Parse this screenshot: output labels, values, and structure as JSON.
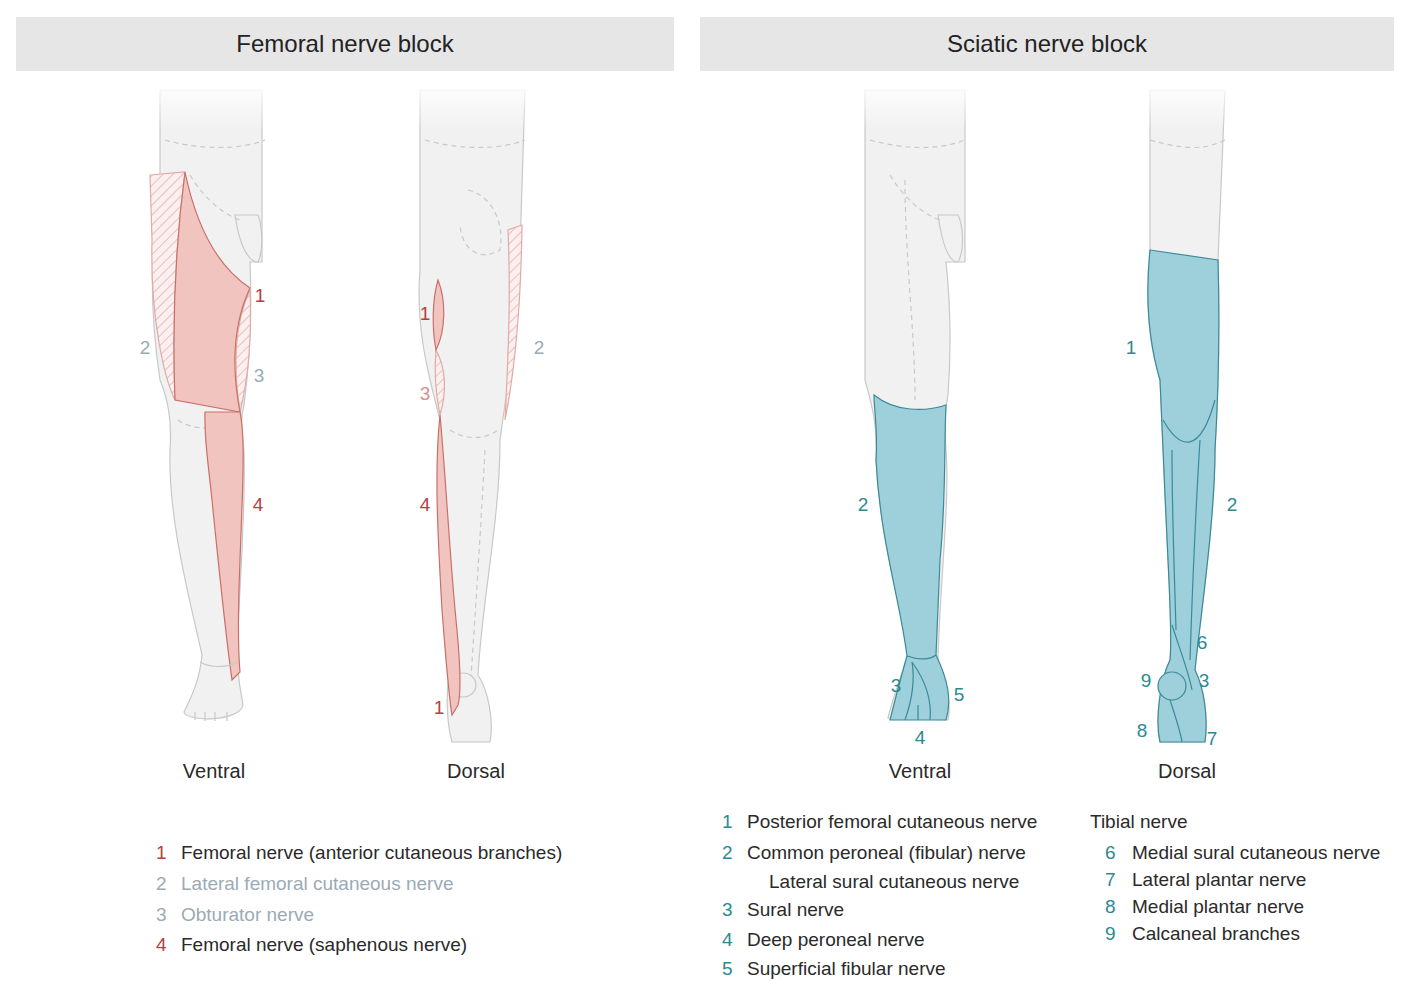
{
  "diagram": {
    "nodes": [
      {
        "text": [
          "Femoral nerve block"
        ]
      },
      {
        "text": [
          "Sciatic nerve block"
        ]
      }
    ],
    "labels": [
      "1",
      "2",
      "3",
      "4",
      "1",
      "2",
      "3",
      "4",
      "1",
      "Ventral",
      "Dorsal",
      "2",
      "3",
      "5",
      "4",
      "1",
      "2",
      "6",
      "9",
      "3",
      "8",
      "7",
      "Ventral",
      "Dorsal",
      "1",
      "Femoral nerve (anterior cutaneous branches)",
      "2",
      "Lateral femoral cutaneous nerve",
      "3",
      "Obturator nerve",
      "4",
      "Femoral nerve (saphenous nerve)",
      "1",
      "Posterior femoral cutaneous nerve",
      "Tibial nerve",
      "2",
      "Common peroneal (fibular) nerve",
      "6",
      "Medial sural cutaneous nerve",
      "Lateral sural cutaneous nerve",
      "7",
      "Lateral plantar nerve",
      "3",
      "Sural nerve",
      "8",
      "Medial plantar nerve",
      "9",
      "Calcaneal branches",
      "4",
      "Deep peroneal nerve",
      "5",
      "Superficial fibular nerve"
    ]
  }
}
